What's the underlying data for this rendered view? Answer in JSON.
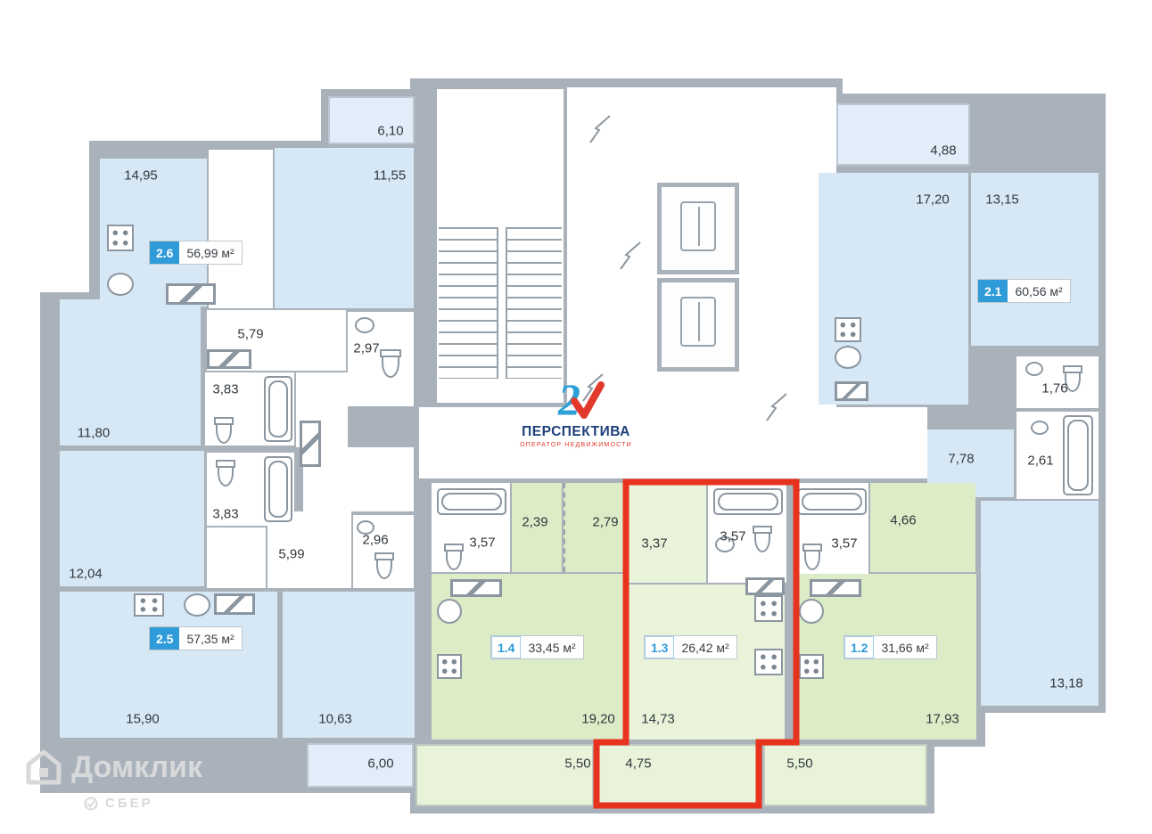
{
  "apartments": [
    {
      "id": "2.6",
      "area": "56,99 м²"
    },
    {
      "id": "2.5",
      "area": "57,35 м²"
    },
    {
      "id": "2.1",
      "area": "60,56 м²"
    },
    {
      "id": "1.4",
      "area": "33,45 м²"
    },
    {
      "id": "1.3",
      "area": "26,42 м²",
      "selected": true
    },
    {
      "id": "1.2",
      "area": "31,66 м²"
    }
  ],
  "dims": {
    "balc26": "6,10",
    "r26a": "14,95",
    "r26b": "11,55",
    "hall26": "5,79",
    "wc26": "2,97",
    "bath26": "3,83",
    "r25a": "11,80",
    "bath25": "3,83",
    "hall25": "5,99",
    "wc25": "2,96",
    "r25b": "12,04",
    "r25c": "15,90",
    "r25d": "10,63",
    "balc25": "6,00",
    "balc21": "4,88",
    "r21a": "17,20",
    "r21b": "13,15",
    "wc21": "1,76",
    "bath21": "2,61",
    "hall21": "7,78",
    "r21c": "13,18",
    "bath14": "3,57",
    "hall14a": "2,39",
    "hall14b": "2,79",
    "r14": "19,20",
    "balc14": "5,50",
    "hall13": "3,37",
    "bath13": "3,57",
    "r13": "14,73",
    "balc13": "4,75",
    "bath12": "3,57",
    "hall12": "4,66",
    "r12": "17,93",
    "balc12": "5,50"
  },
  "logo": {
    "brand": "ПЕРСПЕКТИВА",
    "tagline": "ОПЕРАТОР НЕДВИЖИМОСТИ"
  },
  "watermark": {
    "brand": "Домклик",
    "bank": "СБЕР"
  },
  "icons": {
    "bathtub": "bathtub-icon",
    "toilet": "toilet-icon",
    "sink": "sink-icon",
    "stove": "stove-icon",
    "elevator": "elevator-icon",
    "staircase": "staircase",
    "vent": "vent-shaft-icon",
    "wall_break": "wall-break-icon",
    "house": "house-icon",
    "sber": "sber-logo-icon",
    "logo_mark": "perspektiva-logo-icon"
  },
  "colors": {
    "wall": "#a9b2ba",
    "room_blue": "#d6e8f5",
    "room_blue_light": "#e1eef9",
    "room_green": "#dcecc6",
    "room_green_light": "#e8f3da",
    "highlight_red": "#e7321e",
    "badge_blue": "#2f9bd8"
  }
}
